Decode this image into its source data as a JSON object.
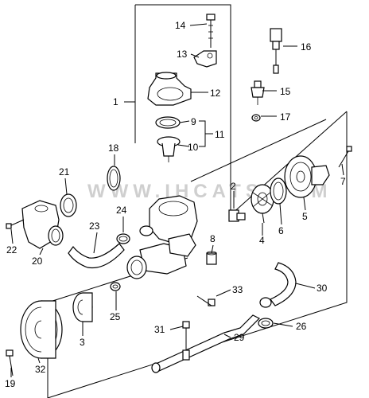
{
  "watermark": "WWW.IHCATS.COM",
  "callouts": {
    "c1": "1",
    "c2": "2",
    "c3": "3",
    "c4": "4",
    "c5": "5",
    "c6": "6",
    "c7": "7",
    "c8": "8",
    "c9": "9",
    "c10": "10",
    "c11": "11",
    "c12": "12",
    "c13": "13",
    "c14": "14",
    "c15": "15",
    "c16": "16",
    "c17": "17",
    "c18": "18",
    "c19": "19",
    "c20": "20",
    "c21": "21",
    "c22": "22",
    "c23": "23",
    "c24": "24",
    "c25": "25",
    "c26": "26",
    "c29": "29",
    "c30": "30",
    "c31": "31",
    "c32": "32",
    "c33": "33"
  },
  "colors": {
    "line": "#000000",
    "background": "#ffffff",
    "watermark": "#cfcfcf"
  }
}
